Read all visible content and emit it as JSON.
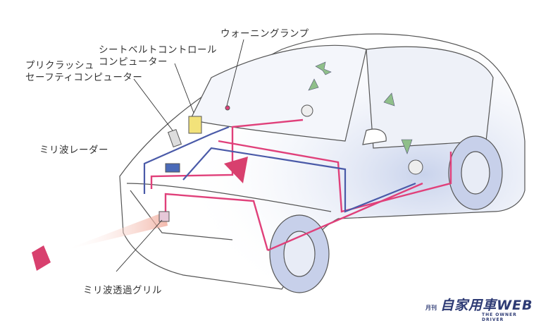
{
  "labels": {
    "warning_lamp": "ウォーニングランプ",
    "seatbelt_line1": "シートベルトコントロール",
    "seatbelt_line2": "コンピューター",
    "precrash_line1": "プリクラッシュ",
    "precrash_line2": "セーフティコンピューター",
    "radar": "ミリ波レーダー",
    "grille": "ミリ波透過グリル"
  },
  "logo": {
    "prefix": "月刊",
    "title": "自家用車WEB",
    "subtitle": "THE OWNER DRIVER"
  },
  "colors": {
    "wire_red": "#e0407a",
    "wire_blue": "#4a5aa8",
    "body_shade": "#d6ddef",
    "arrow_green": "#8fbf8a",
    "radar_wave": "#f2b8a8"
  }
}
